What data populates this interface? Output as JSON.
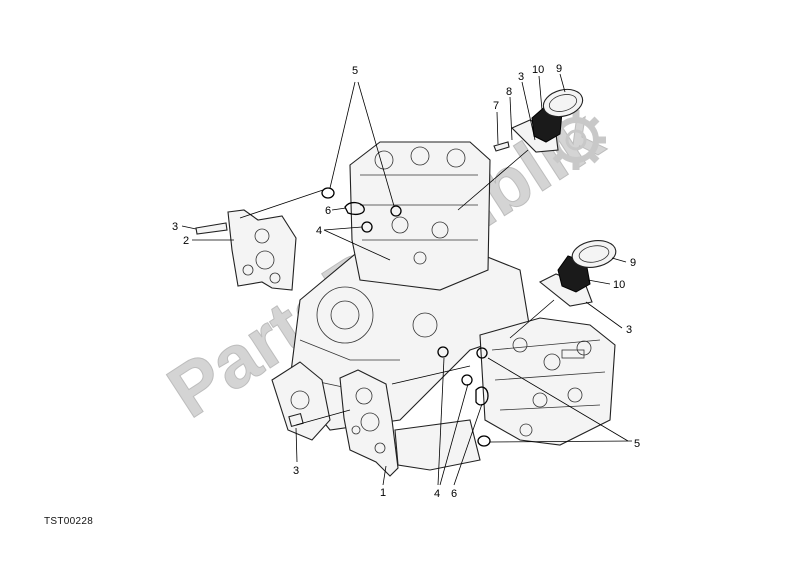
{
  "diagram": {
    "reference_code": "TST00228",
    "callouts": {
      "c1": "1",
      "c2": "2",
      "c3_left_upper": "3",
      "c3_left_lower": "3",
      "c3_top": "3",
      "c3_right": "3",
      "c4_upper": "4",
      "c4_lower": "4",
      "c5_top": "5",
      "c5_bottom": "5",
      "c6_upper": "6",
      "c6_lower": "6",
      "c7": "7",
      "c8": "8",
      "c9_top": "9",
      "c9_right": "9",
      "c10_top": "10",
      "c10_right": "10"
    },
    "watermark": {
      "text": "PartsRepublik",
      "icon": "gear-icon"
    }
  }
}
